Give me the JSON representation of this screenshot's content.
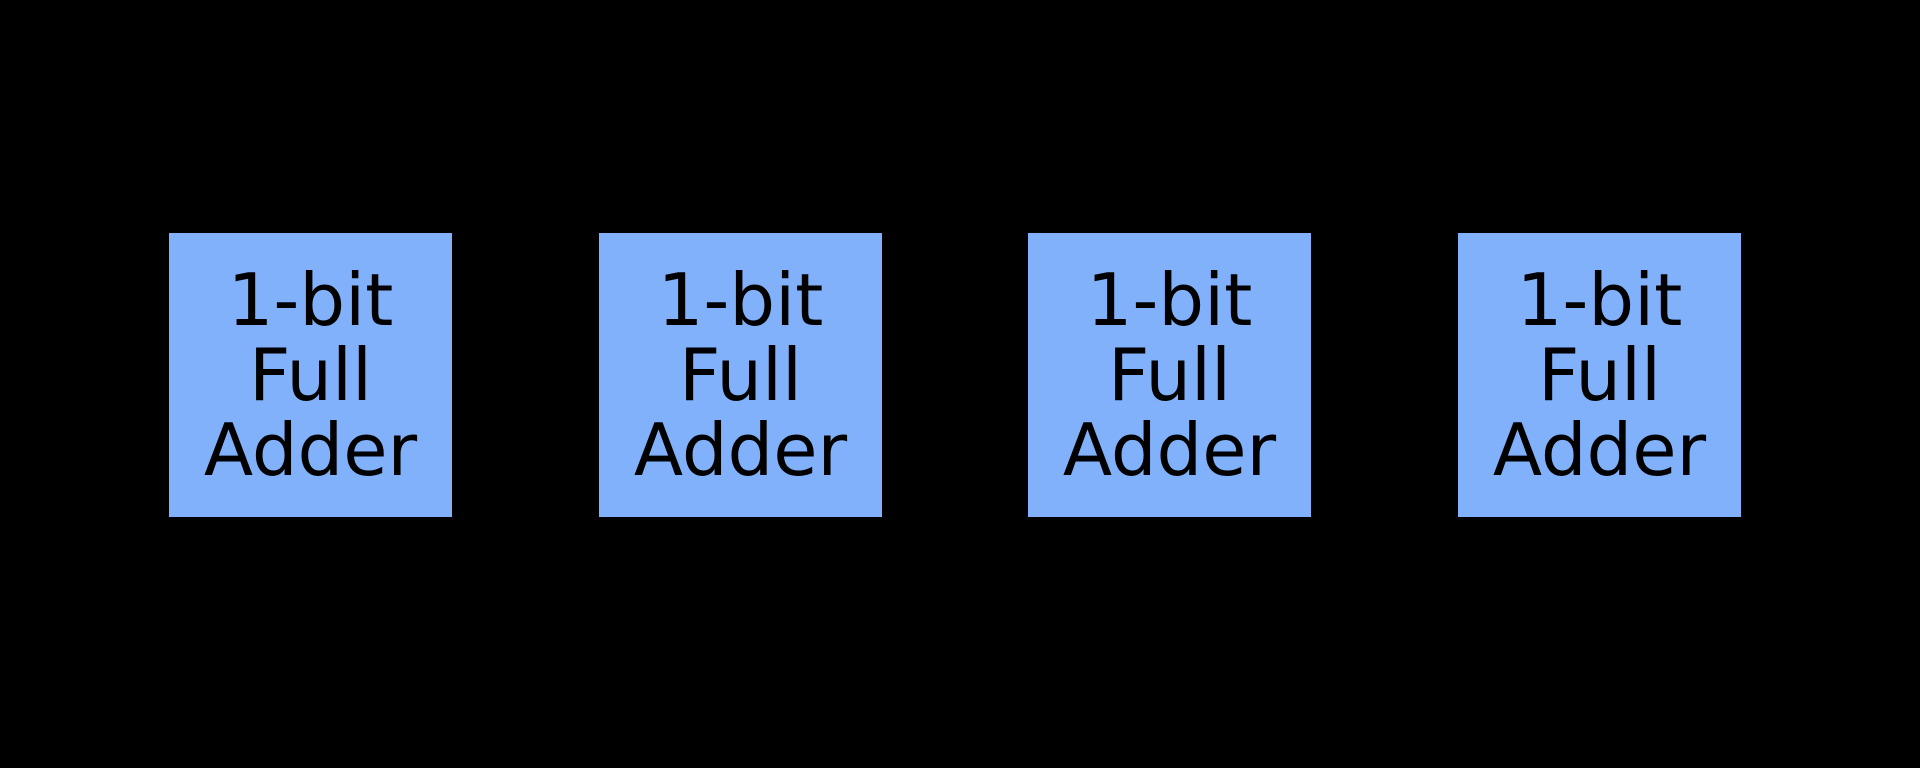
{
  "page": {
    "background_color": "#000000"
  },
  "diagram": {
    "type": "block-diagram",
    "block_fill_color": "#80B1FA",
    "block_text_color": "#000000",
    "blocks": [
      {
        "lines": [
          "1-bit",
          "Full",
          "Adder"
        ]
      },
      {
        "lines": [
          "1-bit",
          "Full",
          "Adder"
        ]
      },
      {
        "lines": [
          "1-bit",
          "Full",
          "Adder"
        ]
      },
      {
        "lines": [
          "1-bit",
          "Full",
          "Adder"
        ]
      }
    ]
  }
}
